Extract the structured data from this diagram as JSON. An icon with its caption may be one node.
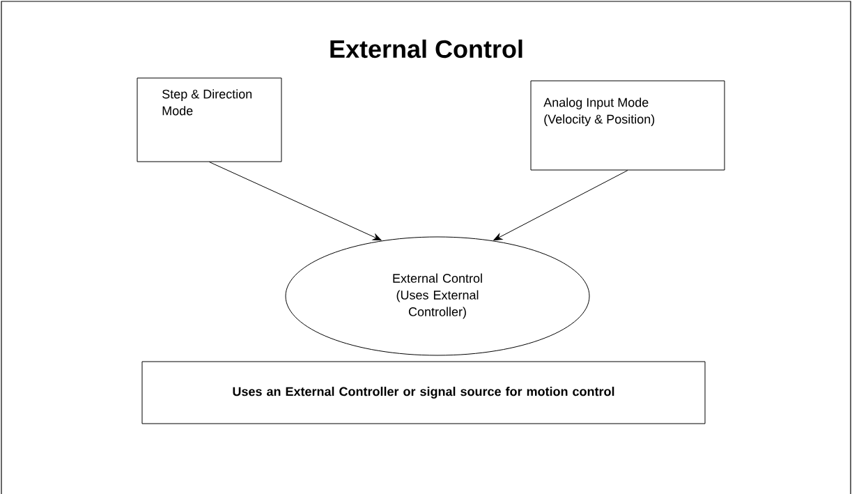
{
  "diagram": {
    "title": "External Control",
    "nodes": [
      {
        "text": [
          "Step & Direction Mode"
        ]
      },
      {
        "text": [
          "Analog Input Mode (Velocity & Position)"
        ]
      },
      {
        "text": [
          "External Control (Uses External Controller)"
        ]
      },
      {
        "text": [
          "Uses an External Controller or signal source for motion control"
        ]
      }
    ],
    "edges": [
      {
        "from": 0,
        "to": 2,
        "arrow": "to"
      },
      {
        "from": 1,
        "to": 2,
        "arrow": "to"
      }
    ]
  }
}
